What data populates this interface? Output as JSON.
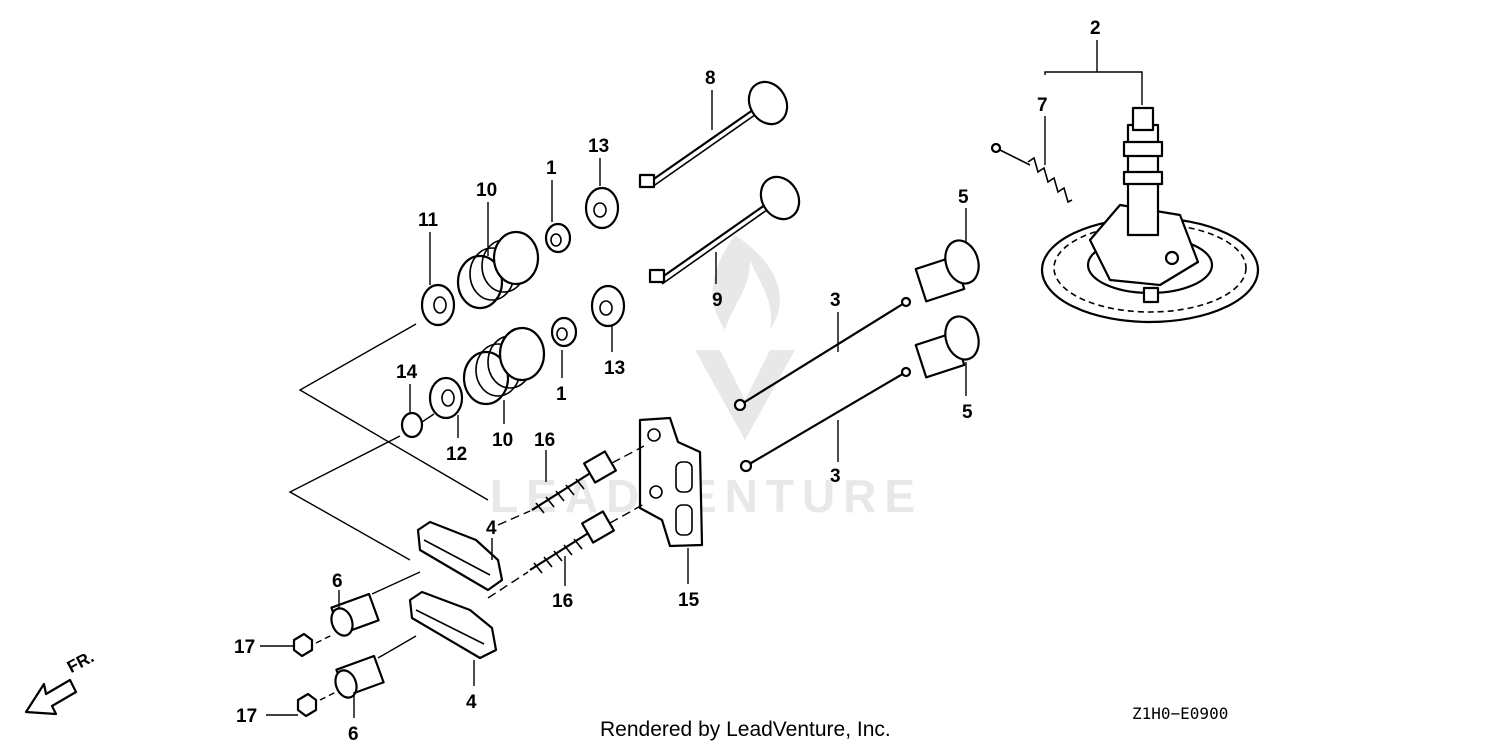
{
  "diagram": {
    "labels": [
      "1",
      "1",
      "2",
      "3",
      "3",
      "4",
      "4",
      "5",
      "5",
      "6",
      "6",
      "7",
      "8",
      "9",
      "10",
      "10",
      "11",
      "12",
      "13",
      "13",
      "14",
      "15",
      "16",
      "16",
      "17",
      "17"
    ],
    "diagram_code": "Z1H0−E0900",
    "credit": "Rendered by LeadVenture, Inc.",
    "front_marker": "FR.",
    "watermark": "LEADVENTURE"
  }
}
